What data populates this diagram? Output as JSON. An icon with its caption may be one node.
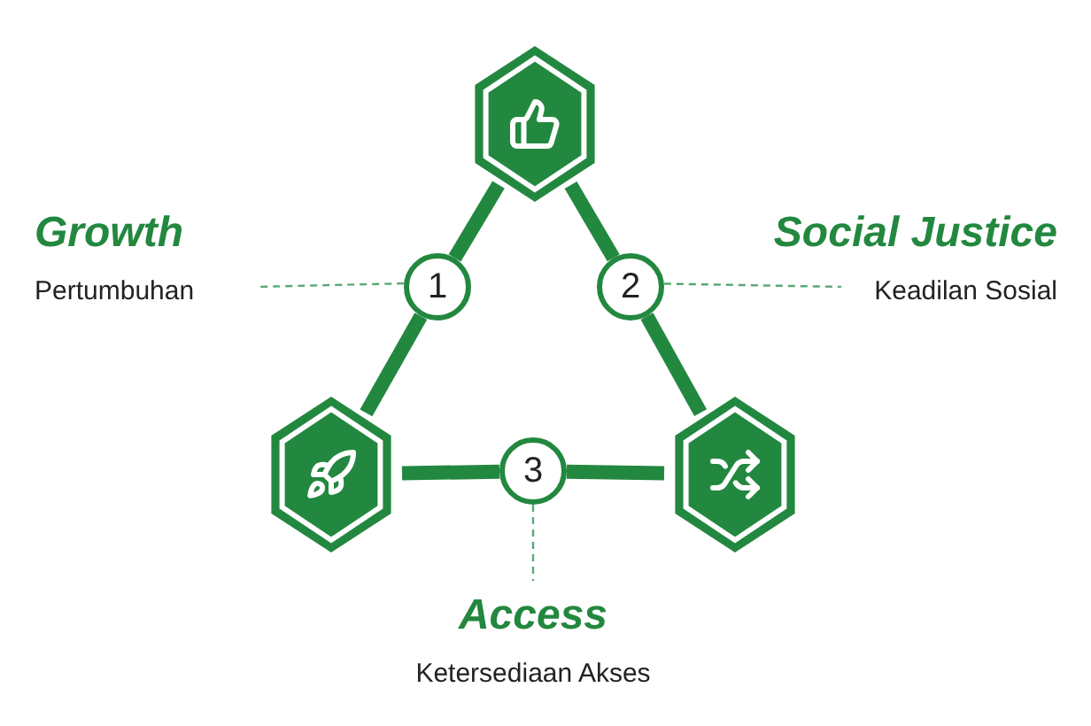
{
  "diagram": {
    "nodes": [
      {
        "text": [],
        "shape": "hexagon"
      },
      {
        "text": [],
        "shape": "hexagon"
      },
      {
        "text": [],
        "shape": "hexagon"
      },
      {
        "text": [
          "1"
        ]
      },
      {
        "text": [
          "2"
        ]
      },
      {
        "text": [
          "3"
        ]
      },
      {
        "text": [
          "Growth",
          "Pertumbuhan"
        ]
      },
      {
        "text": [
          "Social Justice",
          "Keadilan Sosial"
        ]
      },
      {
        "text": [
          "Access",
          "Ketersediaan Akses"
        ]
      }
    ],
    "edges": [
      {
        "from": 0,
        "to": 3,
        "arrow": "none"
      },
      {
        "from": 3,
        "to": 1,
        "arrow": "none"
      },
      {
        "from": 0,
        "to": 4,
        "arrow": "none"
      },
      {
        "from": 4,
        "to": 2,
        "arrow": "none"
      },
      {
        "from": 1,
        "to": 5,
        "arrow": "none"
      },
      {
        "from": 5,
        "to": 2,
        "arrow": "none"
      },
      {
        "from": 3,
        "to": 6,
        "arrow": "none",
        "style": "dashed",
        "color": "#5aa877"
      },
      {
        "from": 4,
        "to": 7,
        "arrow": "none",
        "style": "dashed",
        "color": "#5aa877"
      },
      {
        "from": 5,
        "to": 8,
        "arrow": "none",
        "style": "dashed",
        "color": "#5aa877"
      }
    ]
  }
}
